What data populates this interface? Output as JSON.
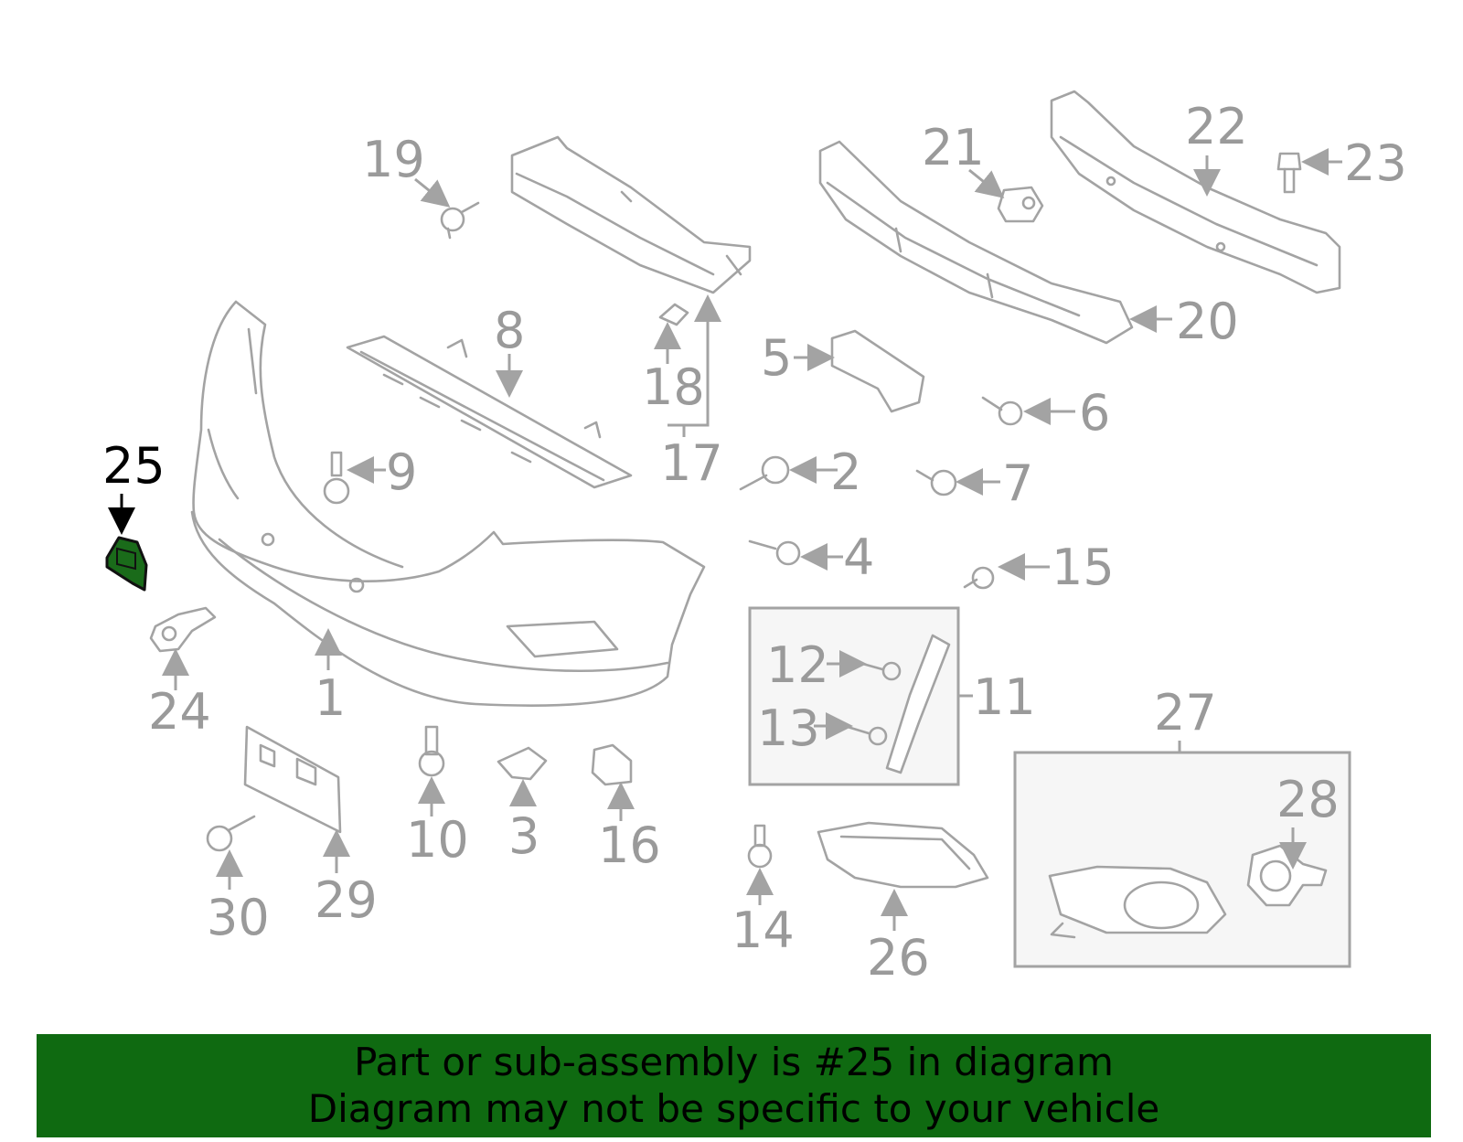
{
  "diagram": {
    "highlighted_part": "25",
    "highlight_color": "#1a6b1a",
    "callouts": {
      "c1": "1",
      "c2": "2",
      "c3": "3",
      "c4": "4",
      "c5": "5",
      "c6": "6",
      "c7": "7",
      "c8": "8",
      "c9": "9",
      "c10": "10",
      "c11": "11",
      "c12": "12",
      "c13": "13",
      "c14": "14",
      "c15": "15",
      "c16": "16",
      "c17": "17",
      "c18": "18",
      "c19": "19",
      "c20": "20",
      "c21": "21",
      "c22": "22",
      "c23": "23",
      "c24": "24",
      "c25": "25",
      "c26": "26",
      "c27": "27",
      "c28": "28",
      "c29": "29",
      "c30": "30"
    }
  },
  "banner": {
    "line1": "Part or sub-assembly is #25 in diagram",
    "line2": "Diagram may not be specific to your vehicle",
    "background": "#0f6a11"
  }
}
